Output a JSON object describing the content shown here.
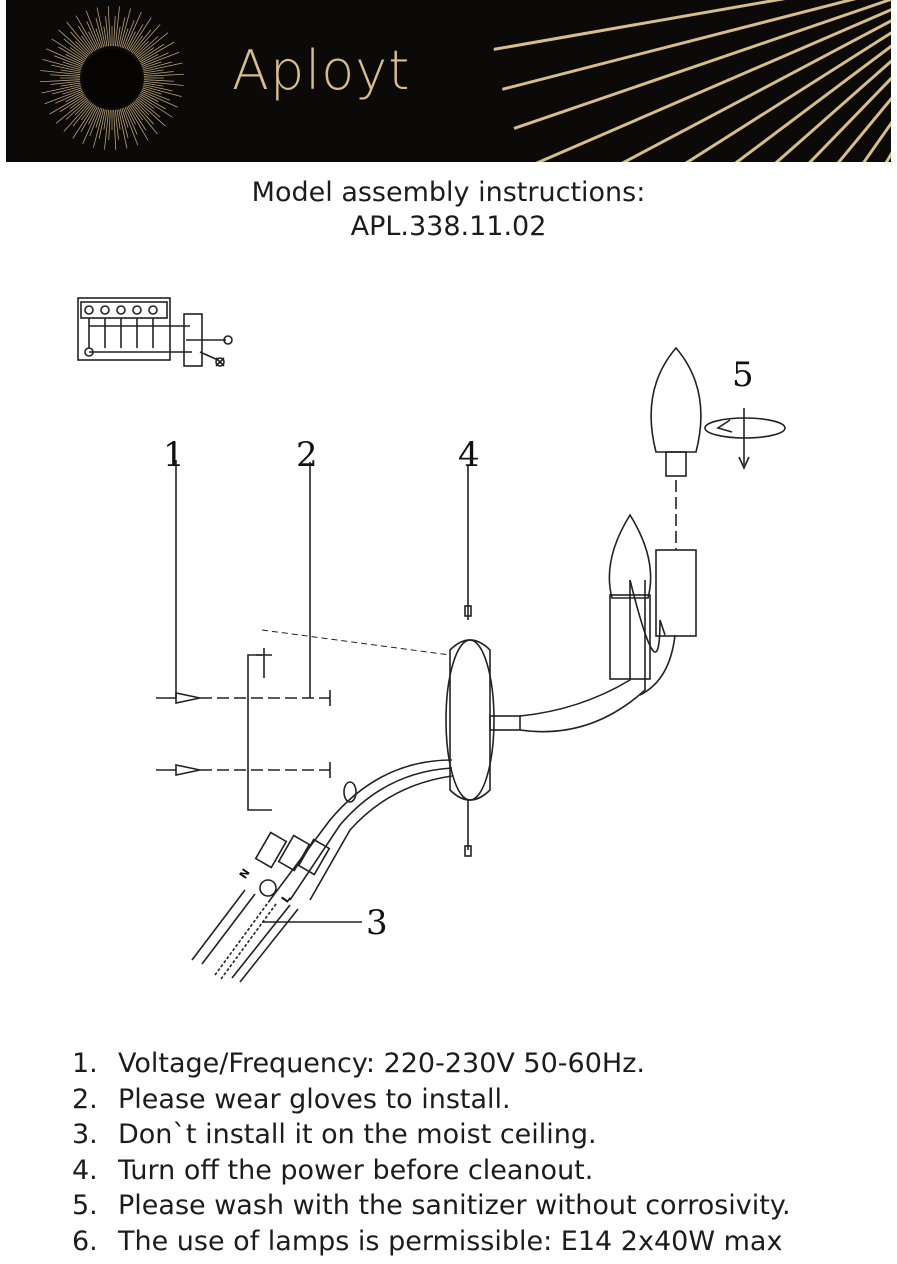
{
  "header": {
    "brand": "Aployt"
  },
  "title": {
    "line1": "Model assembly instructions:",
    "line2": "APL.338.11.02"
  },
  "diagram": {
    "callouts": [
      "1",
      "2",
      "3",
      "4",
      "5"
    ],
    "wire_labels": [
      "N",
      "L"
    ]
  },
  "notes": [
    {
      "num": "1.",
      "text": "Voltage/Frequency: 220-230V 50-60Hz."
    },
    {
      "num": "2.",
      "text": "Please wear gloves to install."
    },
    {
      "num": "3.",
      "text": "Don`t install it on the moist ceiling."
    },
    {
      "num": "4.",
      "text": "Turn off the power before cleanout."
    },
    {
      "num": "5.",
      "text": "Please wash with the sanitizer without corrosivity."
    },
    {
      "num": "6.",
      "text": "The use of lamps is permissible: E14 2x40W max"
    }
  ],
  "colors": {
    "banner_bg": "#0b0a09",
    "gold": "#d8bd8c"
  }
}
